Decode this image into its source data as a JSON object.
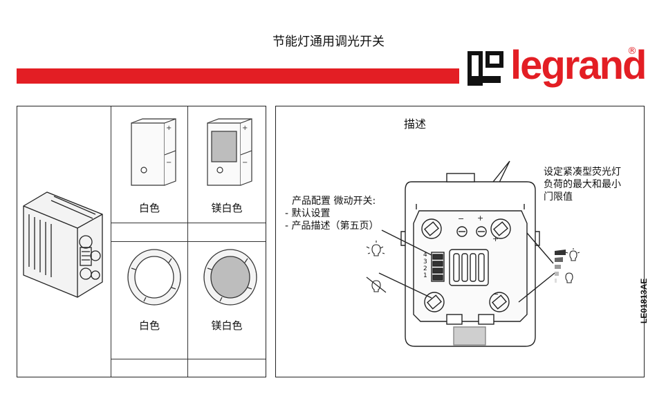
{
  "header": {
    "title": "节能灯通用调光开关",
    "brand": "legrand",
    "registered_mark": "®",
    "accent_color": "#e31e24"
  },
  "catalog": {
    "cells": [
      {
        "label": "白色"
      },
      {
        "label": "镁白色"
      },
      {
        "label": "白色"
      },
      {
        "label": "镁白色"
      }
    ]
  },
  "description": {
    "title": "描述",
    "note_right": [
      "设定紧凑型荧光灯",
      "负荷的最大和最小",
      "门限值"
    ],
    "note_left": [
      "产品配置 微动开关:",
      "- 默认设置",
      "- 产品描述（第五页）"
    ],
    "dip_numbers": [
      "4",
      "3",
      "2",
      "1"
    ]
  },
  "doc_code": "LE01813AE"
}
